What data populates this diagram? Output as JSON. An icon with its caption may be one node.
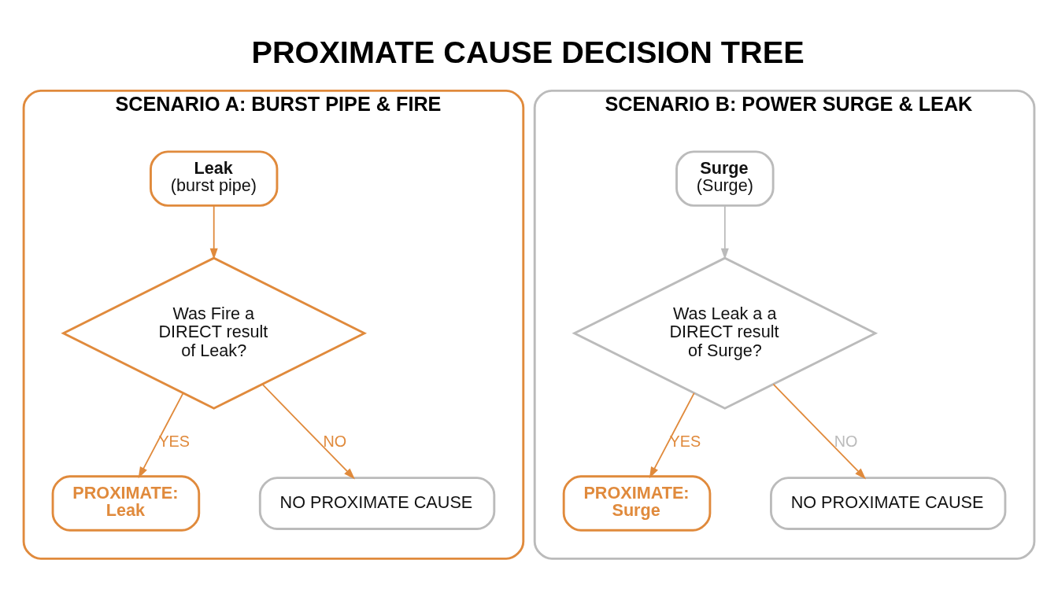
{
  "diagram": {
    "title": "PROXIMATE CAUSE DECISION TREE",
    "nodes": [
      {
        "text": [
          "SCENARIO A: BURST PIPE & FIRE"
        ]
      },
      {
        "text": [
          "Leak",
          "(burst pipe)"
        ],
        "in": 0
      },
      {
        "text": [
          "Was Fire a DIRECT result of Leak?"
        ],
        "in": 0
      },
      {
        "text": [
          "PROXIMATE: Leak"
        ],
        "in": 0
      },
      {
        "text": [
          "NO PROXIMATE CAUSE"
        ],
        "in": 0
      },
      {
        "text": [
          "SCENARIO B: POWER SURGE & LEAK"
        ]
      },
      {
        "text": [
          "Surge",
          "(Surge)"
        ],
        "in": 5
      },
      {
        "text": [
          "Was Leak a a DIRECT result of Surge?"
        ],
        "in": 5
      },
      {
        "text": [
          "PROXIMATE: Surge"
        ],
        "in": 5
      },
      {
        "text": [
          "NO PROXIMATE CAUSE"
        ],
        "in": 5
      }
    ],
    "edges": [
      {
        "from": 1,
        "to": 2,
        "arrow": "to"
      },
      {
        "from": 2,
        "to": 3,
        "label": "YES",
        "arrow": "to"
      },
      {
        "from": 2,
        "to": 4,
        "label": "NO",
        "arrow": "to"
      },
      {
        "from": 6,
        "to": 7,
        "arrow": "to",
        "color": "#bbbbbb"
      },
      {
        "from": 7,
        "to": 8,
        "label": "YES",
        "arrow": "to"
      },
      {
        "from": 7,
        "to": 9,
        "label": "NO",
        "arrow": "to"
      }
    ]
  }
}
